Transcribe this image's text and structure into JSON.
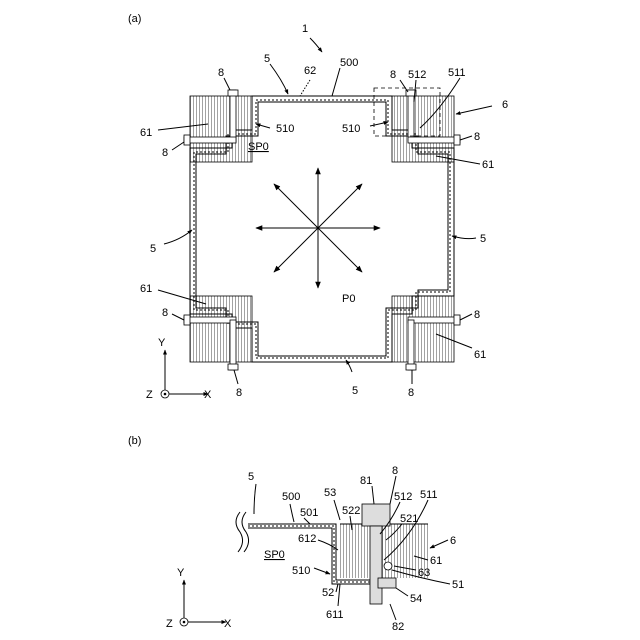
{
  "panel_a": {
    "label": "(a)",
    "ref_1": "1",
    "ref_62": "62",
    "ref_500": "500",
    "ref_5_top": "5",
    "ref_5_left": "5",
    "ref_5_right": "5",
    "ref_5_bottom": "5",
    "ref_6": "6",
    "ref_8_tl_top": "8",
    "ref_8_tl_left": "8",
    "ref_8_tr_top": "8",
    "ref_8_tr_right": "8",
    "ref_8_bl_left": "8",
    "ref_8_bl_bottom": "8",
    "ref_8_br_right": "8",
    "ref_8_br_bottom": "8",
    "ref_512": "512",
    "ref_511": "511",
    "ref_510_left": "510",
    "ref_510_right": "510",
    "ref_61_tl": "61",
    "ref_61_tr": "61",
    "ref_61_bl": "61",
    "ref_61_br": "61",
    "sp0": "SP0",
    "p0": "P0",
    "axis_y": "Y",
    "axis_x": "X",
    "axis_z": "Z"
  },
  "panel_b": {
    "label": "(b)",
    "ref_5": "5",
    "ref_500": "500",
    "ref_501": "501",
    "ref_53": "53",
    "ref_81": "81",
    "ref_8": "8",
    "ref_522": "522",
    "ref_512": "512",
    "ref_511": "511",
    "ref_521": "521",
    "ref_612": "612",
    "ref_6": "6",
    "ref_61": "61",
    "ref_63": "63",
    "ref_510": "510",
    "ref_52": "52",
    "ref_51": "51",
    "ref_54": "54",
    "ref_611": "611",
    "ref_82": "82",
    "sp0": "SP0",
    "axis_y": "Y",
    "axis_x": "X",
    "axis_z": "Z"
  }
}
